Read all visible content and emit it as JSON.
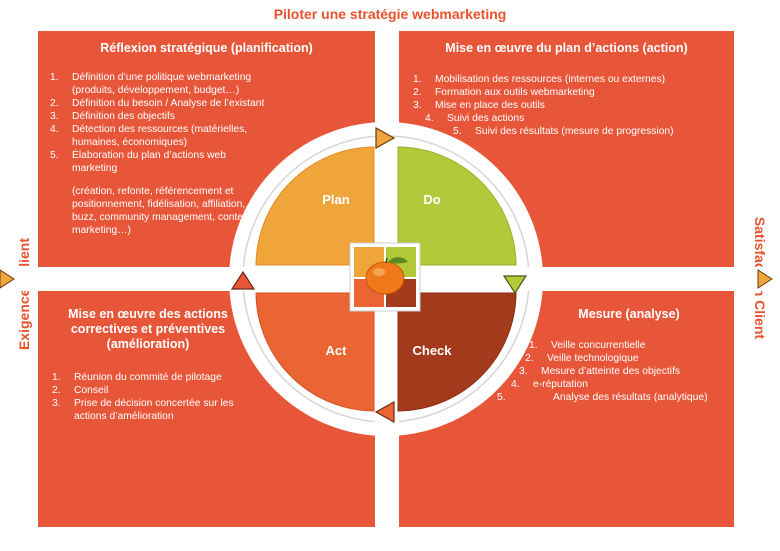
{
  "title": "Piloter une stratégie webmarketing",
  "side_left": "Exigences Client",
  "side_right": "Satisfaction Client",
  "colors": {
    "quadrant": "#e8563a",
    "plan": "#f0a53a",
    "do": "#b3c93a",
    "act": "#ea6434",
    "check": "#a33a1c",
    "ring": "#ffffff",
    "accent_text": "#e8532d"
  },
  "center": {
    "plan": "Plan",
    "do": "Do",
    "act": "Act",
    "check": "Check",
    "logo_icon": "tangerine-icon"
  },
  "quadrants": {
    "tl": {
      "heading": "Réflexion stratégique (planification)",
      "items": [
        {
          "n": "1.",
          "t": "Définition d’une politique webmarketing (produits, développement, budget…)"
        },
        {
          "n": "2.",
          "t": "Définition du besoin / Analyse de l’existant"
        },
        {
          "n": "3.",
          "t": "Définition des objectifs"
        },
        {
          "n": "4.",
          "t": "Détection des ressources (matérielles, humaines, économiques)"
        },
        {
          "n": "5.",
          "t": "Élaboration du plan d’actions web marketing"
        }
      ],
      "extra": "(création, refonte, référencement et positionnement, fidélisation, affiliation, buzz, community management, content marketing…)"
    },
    "tr": {
      "heading": "Mise en œuvre du plan d’actions (action)",
      "items": [
        {
          "n": "1.",
          "t": "Mobilisation des ressources (internes ou externes)"
        },
        {
          "n": "2.",
          "t": "Formation aux outils webmarketing"
        },
        {
          "n": "3.",
          "t": "Mise en place des outils"
        },
        {
          "n": "4.",
          "t": "Suivi des actions"
        },
        {
          "n": "5.",
          "t": "Suivi des résultats (mesure de progression)"
        }
      ]
    },
    "bl": {
      "heading": "Mise en œuvre des actions correctives et préventives (amélioration)",
      "items": [
        {
          "n": "1.",
          "t": "Réunion du commité de pilotage"
        },
        {
          "n": "2.",
          "t": "Conseil"
        },
        {
          "n": "3.",
          "t": "Prise de décision concertée sur les actions d’amélioration"
        }
      ]
    },
    "br": {
      "heading": "Mesure (analyse)",
      "items": [
        {
          "n": "1.",
          "t": "Veille concurrentielle"
        },
        {
          "n": "2.",
          "t": "Veille technologique"
        },
        {
          "n": "3.",
          "t": "Mesure d’atteinte des objectifs"
        },
        {
          "n": "4.",
          "t": "e-réputation"
        },
        {
          "n": "5.",
          "t": "Analyse des résultats (analytique)"
        }
      ]
    }
  }
}
